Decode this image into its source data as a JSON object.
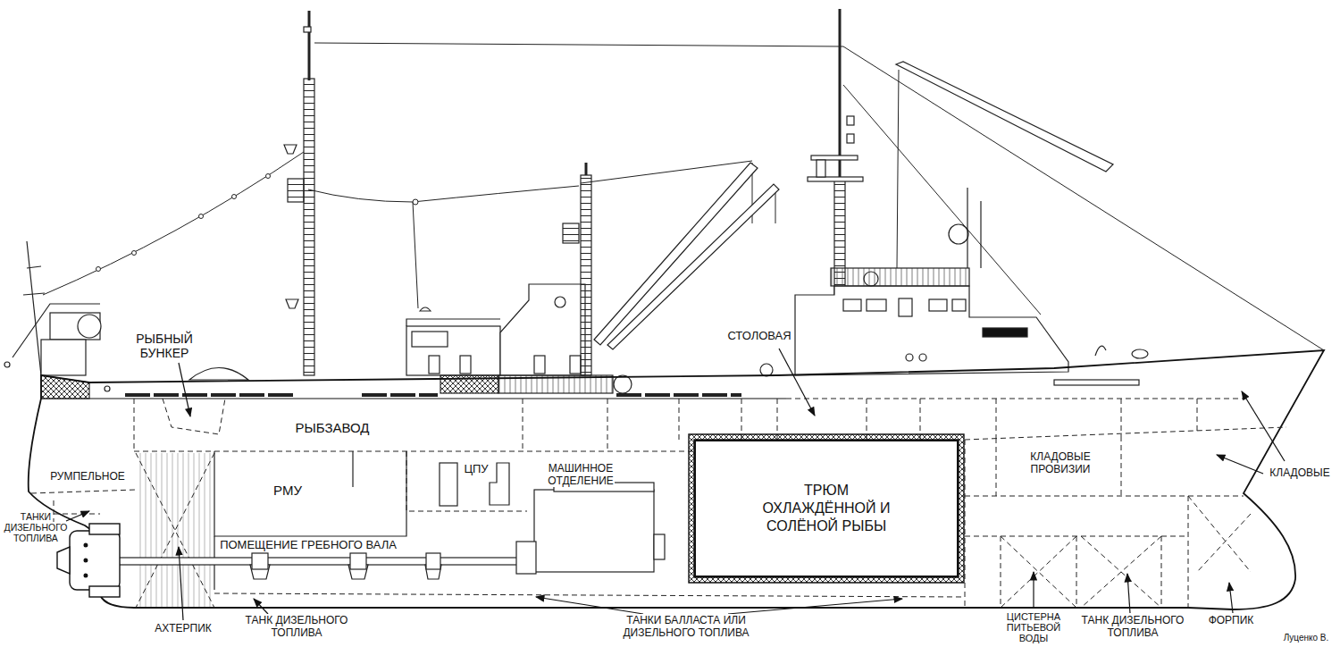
{
  "diagram": {
    "nodes": [
      {
        "text": [
          "ТРЮМ ОХЛАЖДЁННОЙ И СОЛЁНОЙ РЫБЫ"
        ]
      }
    ],
    "labels": [
      "РЫБНЫЙ БУНКЕР",
      "СТОЛОВАЯ",
      "РЫБЗАВОД",
      "РУМПЕЛЬНОЕ",
      "РМУ",
      "ЦПУ",
      "МАШИННОЕ ОТДЕЛЕНИЕ",
      "КЛАДОВЫЕ ПРОВИЗИИ",
      "КЛАДОВЫЕ",
      "ТАНКИ ДИЗЕЛЬНОГО ТОПЛИВА",
      "ПОМЕЩЕНИЕ ГРЕБНОГО ВАЛА",
      "АХТЕРПИК",
      "ТАНК ДИЗЕЛЬНОГО ТОПЛИВА",
      "ТАНКИ БАЛЛАСТА ИЛИ ДИЗЕЛЬНОГО ТОПЛИВА",
      "ЦИСТЕРНА ПИТЬЕВОЙ ВОДЫ",
      "ТАНК ДИЗЕЛЬНОГО ТОПЛИВА",
      "ФОРПИК",
      "Луценко В."
    ]
  }
}
